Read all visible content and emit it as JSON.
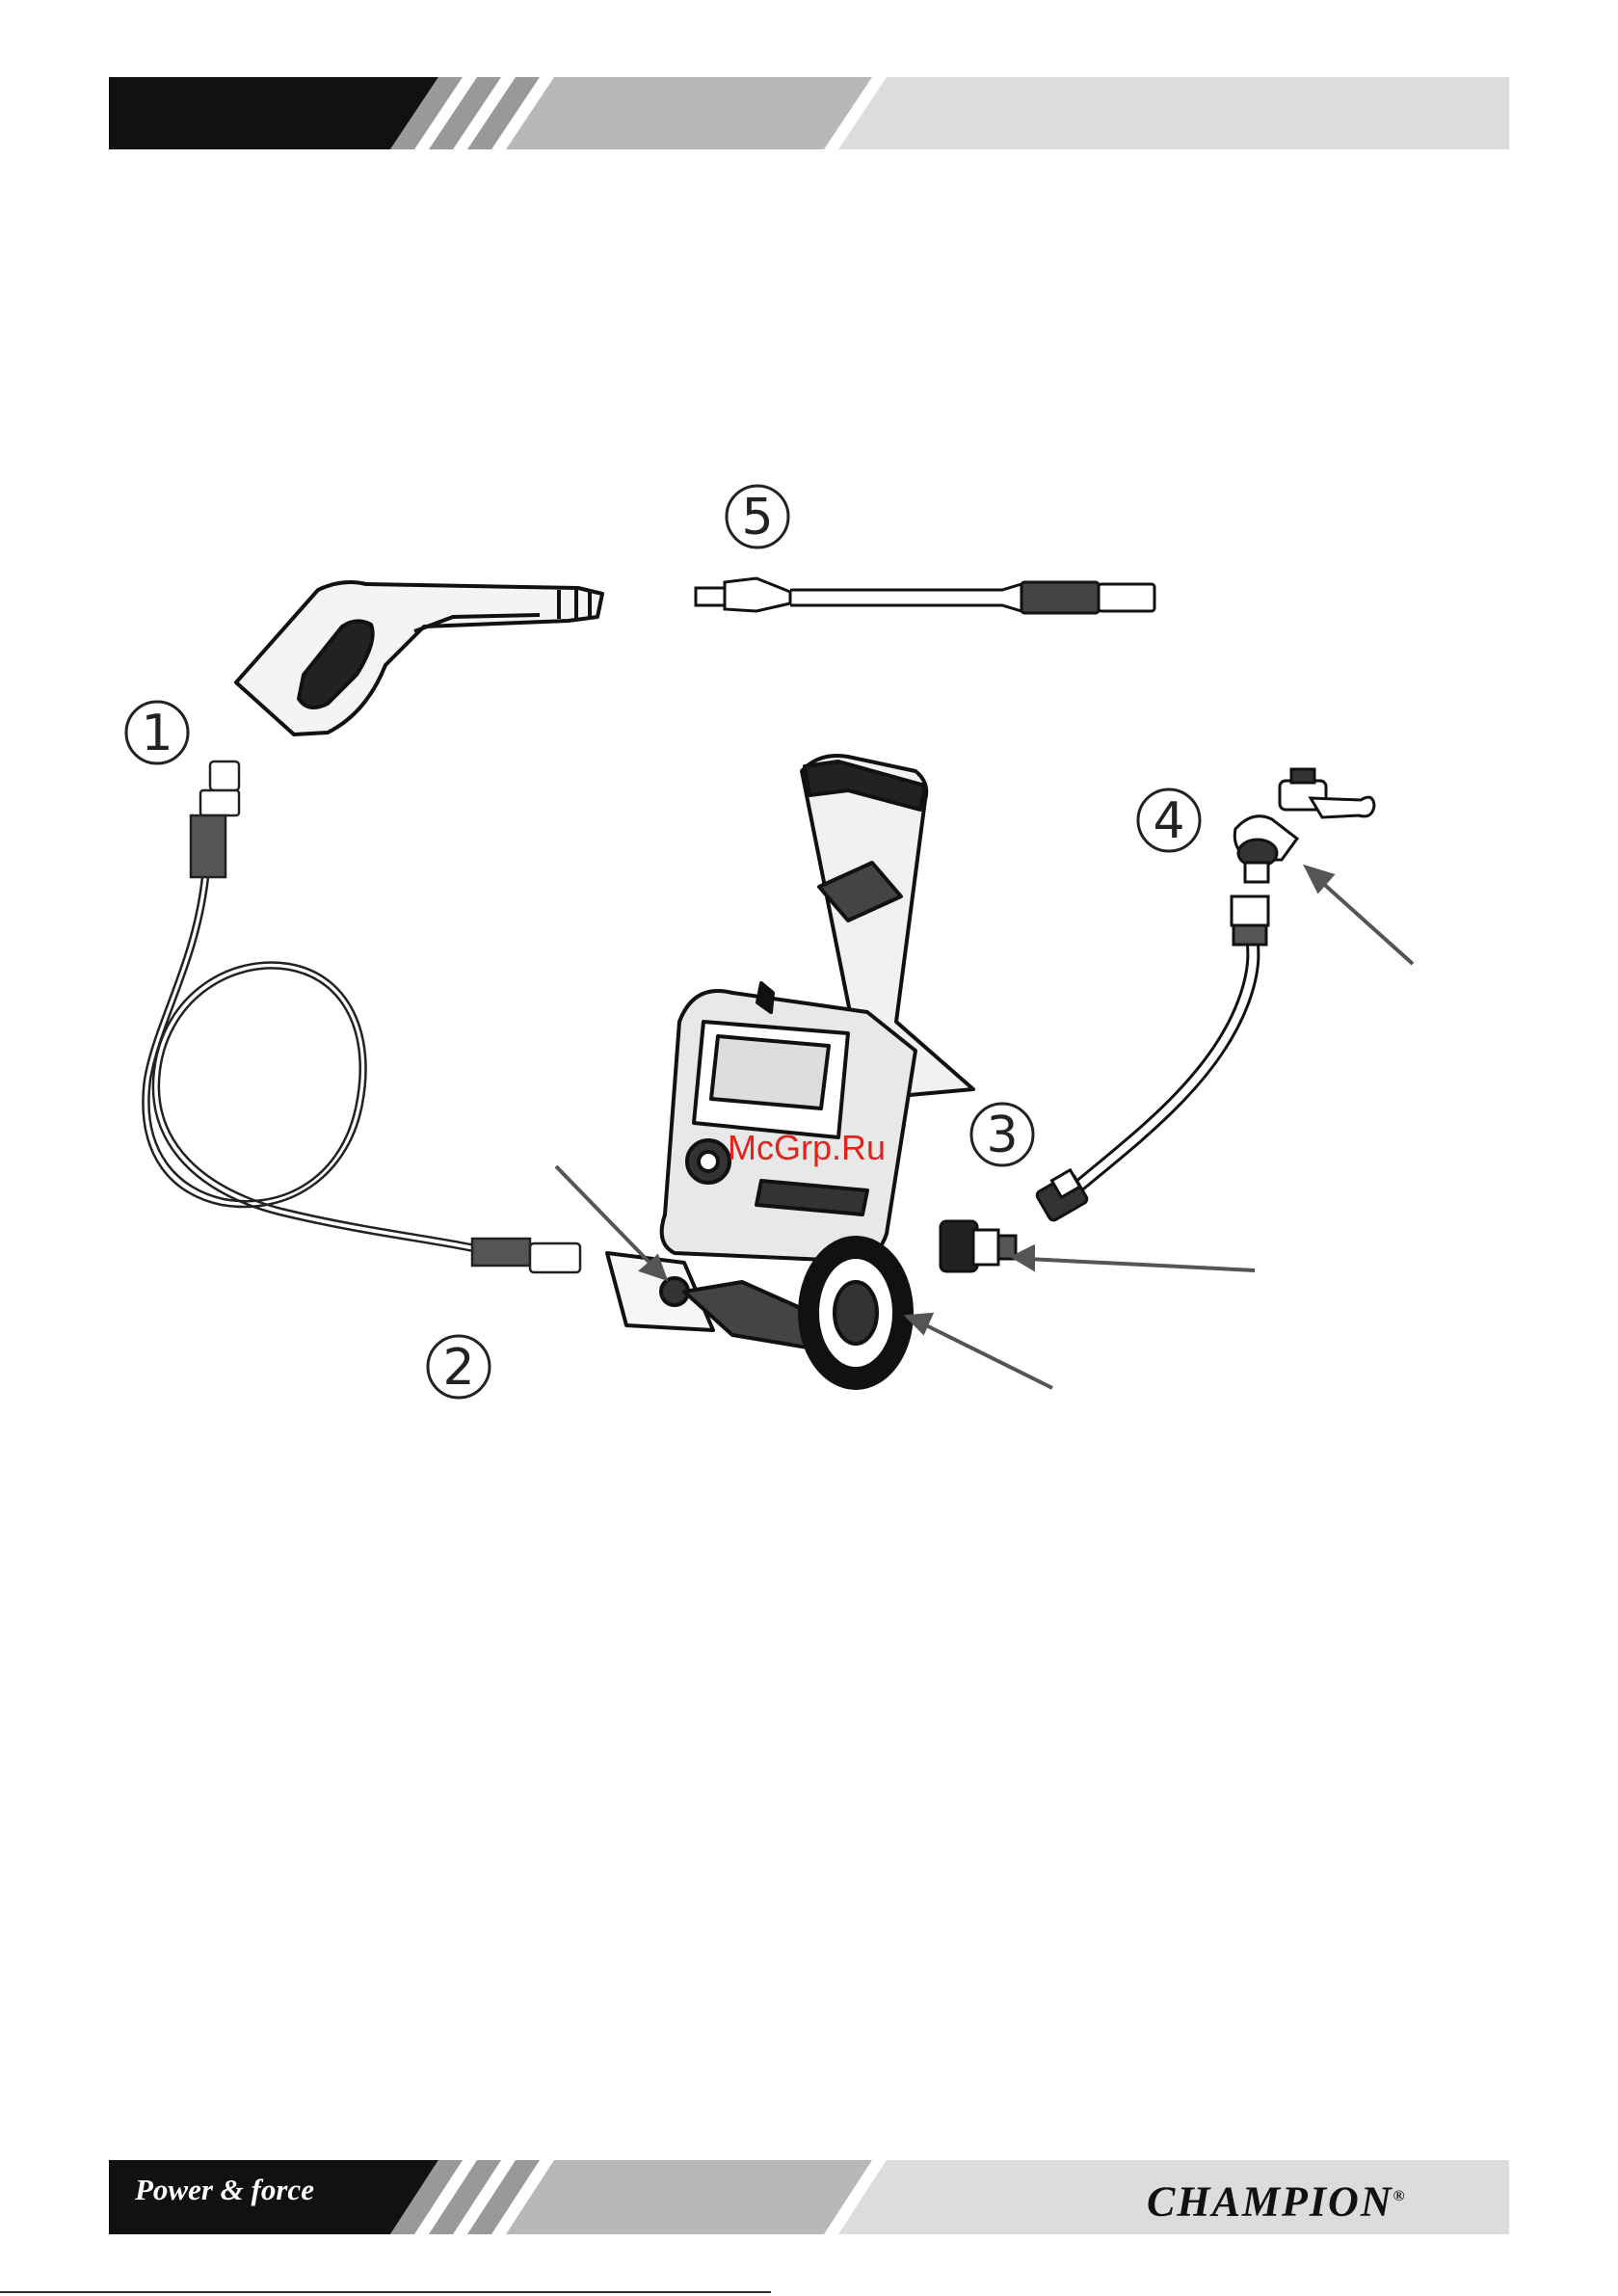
{
  "figure": {
    "callouts": [
      "1",
      "2",
      "3",
      "4",
      "5"
    ],
    "watermark": "McGrp.Ru"
  },
  "footer": {
    "slogan": "Power & force",
    "brand": "CHAMPION",
    "brand_mark": "®"
  },
  "colors": {
    "band_black": "#111111",
    "band_mid": "#b8b8b8",
    "band_light": "#dcdcdc",
    "watermark": "#e0241c"
  }
}
